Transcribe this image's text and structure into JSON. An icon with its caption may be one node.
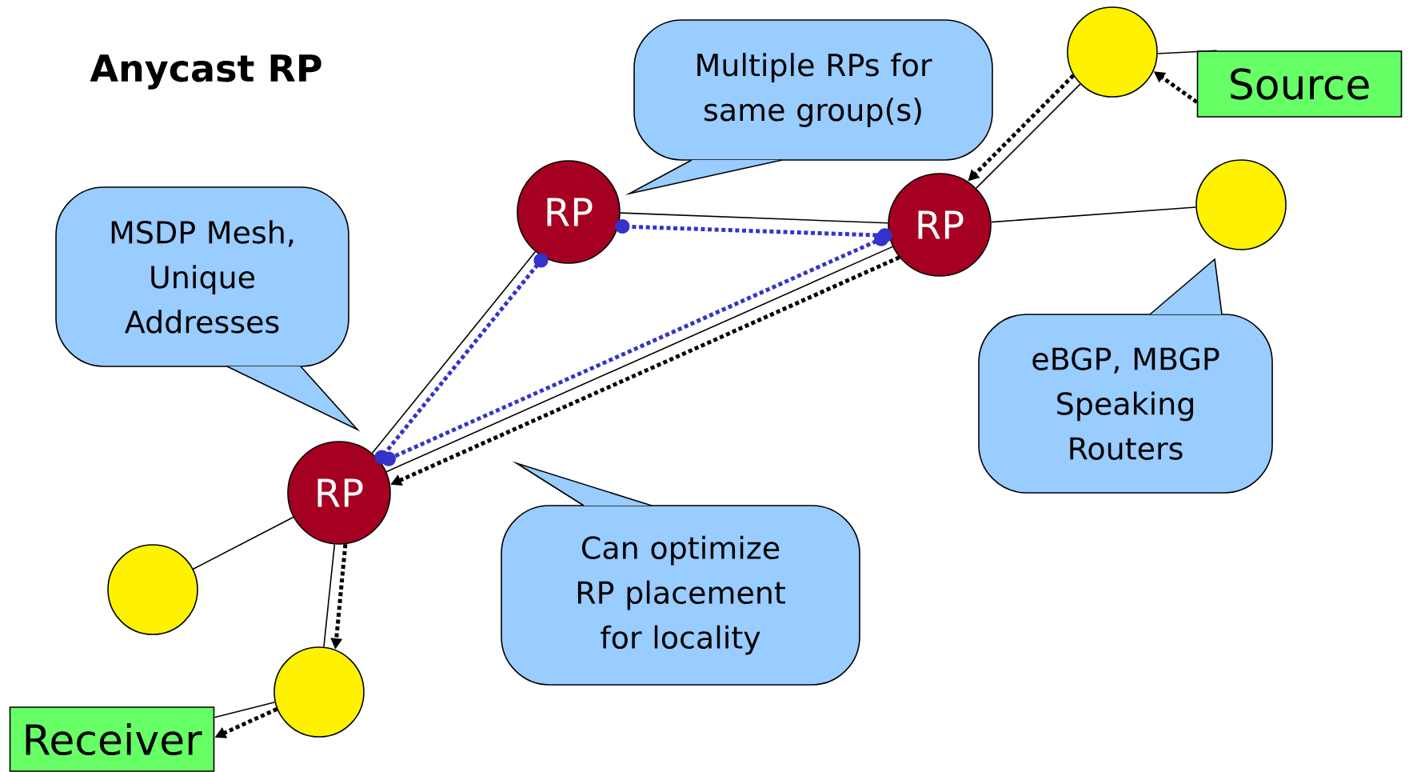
{
  "diagram": {
    "title": "Anycast RP",
    "nodes": [
      {
        "text": [
          "Multiple RPs for same group(s)"
        ]
      },
      {
        "text": [],
        "shape": "circle"
      },
      {
        "text": [
          "Source"
        ]
      },
      {
        "text": [
          "RP"
        ]
      },
      {
        "text": [
          "RP"
        ]
      },
      {
        "text": [
          "MSDP Mesh, Unique Addresses"
        ]
      },
      {
        "text": [],
        "shape": "circle"
      },
      {
        "text": [
          "eBGP, MBGP Speaking Routers"
        ]
      },
      {
        "text": [
          "RP"
        ]
      },
      {
        "text": [
          "Can optimize RP placement for locality"
        ]
      },
      {
        "text": [],
        "shape": "circle"
      },
      {
        "text": [],
        "shape": "circle"
      },
      {
        "text": [
          "Receiver"
        ]
      }
    ],
    "edges": [
      {
        "from": 1,
        "to": 4,
        "arrow": "none"
      },
      {
        "from": 2,
        "to": 1,
        "arrow": "none"
      },
      {
        "from": 3,
        "to": 4,
        "arrow": "none"
      },
      {
        "from": 4,
        "to": 6,
        "arrow": "none"
      },
      {
        "from": 8,
        "to": 3,
        "arrow": "none"
      },
      {
        "from": 4,
        "to": 8,
        "arrow": "none"
      },
      {
        "from": 8,
        "to": 10,
        "arrow": "none"
      },
      {
        "from": 8,
        "to": 11,
        "arrow": "none"
      },
      {
        "from": 11,
        "to": 12,
        "arrow": "none"
      },
      {
        "from": 2,
        "to": 1,
        "arrow": "to",
        "style": "dashed"
      },
      {
        "from": 1,
        "to": 4,
        "arrow": "to",
        "style": "dashed"
      },
      {
        "from": 4,
        "to": 8,
        "arrow": "to",
        "style": "dashed"
      },
      {
        "from": 8,
        "to": 11,
        "arrow": "to",
        "style": "dashed"
      },
      {
        "from": 11,
        "to": 12,
        "arrow": "to",
        "style": "dashed"
      },
      {
        "from": 8,
        "to": 3,
        "arrow": "other",
        "style": "dashed",
        "color": "#3333cc"
      },
      {
        "from": 3,
        "to": 4,
        "arrow": "other",
        "style": "dashed",
        "color": "#3333cc"
      },
      {
        "from": 4,
        "to": 8,
        "arrow": "other",
        "style": "dashed",
        "color": "#3333cc"
      }
    ]
  }
}
